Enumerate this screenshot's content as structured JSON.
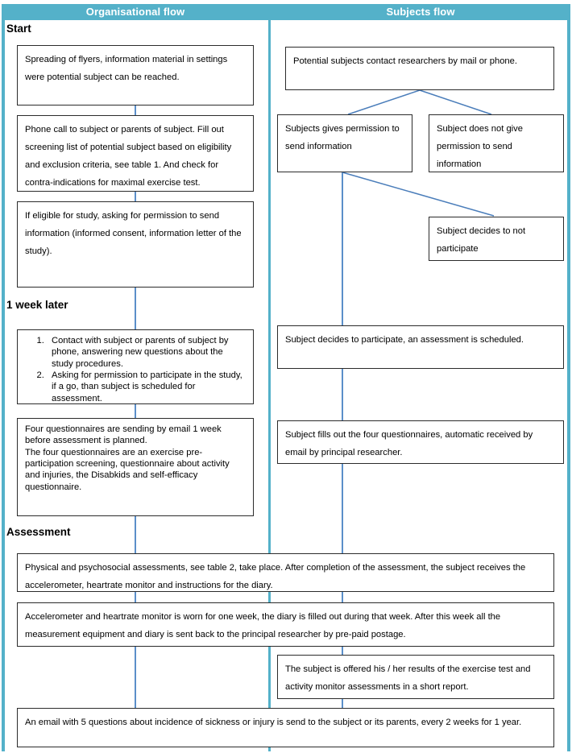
{
  "theme": {
    "header_bg": "#54b1c9",
    "header_text": "#ffffff",
    "box_border": "#2b2b2b",
    "connector": "#5b8fc9",
    "page_bg": "#ffffff"
  },
  "header": {
    "left_column_title": "Organisational flow",
    "right_column_title": "Subjects flow"
  },
  "sections": {
    "start": "Start",
    "one_week_later": "1 week later",
    "assessment": "Assessment"
  },
  "organisational_flow": [
    {
      "id": "org-1",
      "text": "Spreading of flyers, information material in settings were potential subject can be reached."
    },
    {
      "id": "org-2",
      "text": "Phone call to subject or parents of subject. Fill out screening list of potential subject based on eligibility and exclusion criteria, see table 1. And check for contra-indications for maximal exercise test."
    },
    {
      "id": "org-3",
      "text": "If eligible for study, asking for permission to send information (informed consent, information letter of the study)."
    },
    {
      "id": "org-4",
      "items": [
        "Contact with subject or parents of subject by phone, answering new questions about the study procedures.",
        "Asking for permission to participate in the study, if a go, than subject is scheduled for assessment."
      ]
    },
    {
      "id": "org-5",
      "text": "Four questionnaires are sending by email 1 week before assessment is planned.\nThe four questionnaires are an exercise pre-participation screening, questionnaire about activity and injuries, the Disabkids and self-efficacy questionnaire."
    }
  ],
  "subjects_flow": [
    {
      "id": "sub-1",
      "text": "Potential subjects contact researchers by mail or phone."
    },
    {
      "id": "sub-2",
      "text": "Subjects gives permission to send information"
    },
    {
      "id": "sub-3",
      "text": "Subject does not give permission to send information"
    },
    {
      "id": "sub-4",
      "text": "Subject decides to not participate"
    },
    {
      "id": "sub-5",
      "text": "Subject decides to participate, an assessment is scheduled."
    },
    {
      "id": "sub-6",
      "text": "Subject fills out the four questionnaires, automatic received by email by principal researcher."
    },
    {
      "id": "sub-7",
      "text": "The subject is offered his / her results of the exercise test and activity monitor assessments in a short report."
    }
  ],
  "shared_flow": [
    {
      "id": "shared-1",
      "text": "Physical and psychosocial assessments, see table 2, take place. After completion of the assessment, the subject receives the accelerometer, heartrate monitor and instructions for the diary."
    },
    {
      "id": "shared-2",
      "text": "Accelerometer and heartrate monitor is worn for one week, the diary is filled out during that week. After this week all the measurement equipment and diary is sent back to the principal researcher by pre-paid postage."
    },
    {
      "id": "shared-3",
      "text": "An email with 5 questions about incidence of sickness or injury is send to the subject or its parents, every 2 weeks for 1 year."
    }
  ]
}
